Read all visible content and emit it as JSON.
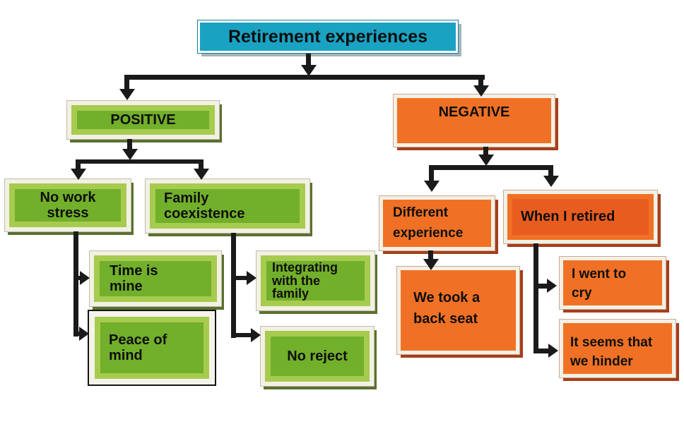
{
  "diagram": {
    "type": "flowchart",
    "colors": {
      "root_fill": "#1aa2c3",
      "positive_fill": "#a6cb4f",
      "positive_inner": "#72af2b",
      "negative_fill": "#f07125",
      "negative_inner": "#e85d1f",
      "box_border": "#f3f0e4",
      "green_shadow": "#5b702f",
      "orange_shadow": "#a63e1b",
      "connector": "#1a1a1a"
    }
  },
  "nodes": {
    "title": "Retirement experiences",
    "positive": "POSITIVE",
    "negative": "NEGATIVE",
    "no_work_stress": "No work\nstress",
    "family_coexistence": "Family\ncoexistence",
    "time_is_mine": "Time is\nmine",
    "peace_of_mind": "Peace of\nmind",
    "integrating": "Integrating\nwith the\nfamily",
    "no_reject": "No reject",
    "different_experience": "Different\nexperience",
    "when_i_retired": "When I retired",
    "we_took_back_seat": "We took a\nback seat",
    "i_went_to_cry": "I went to\ncry",
    "it_seems_we_hinder": "It seems that\nwe hinder"
  },
  "edges": [
    {
      "from": "title",
      "to": "positive"
    },
    {
      "from": "title",
      "to": "negative"
    },
    {
      "from": "positive",
      "to": "no_work_stress"
    },
    {
      "from": "positive",
      "to": "family_coexistence"
    },
    {
      "from": "no_work_stress",
      "to": "time_is_mine"
    },
    {
      "from": "no_work_stress",
      "to": "peace_of_mind"
    },
    {
      "from": "family_coexistence",
      "to": "integrating"
    },
    {
      "from": "family_coexistence",
      "to": "no_reject"
    },
    {
      "from": "negative",
      "to": "different_experience"
    },
    {
      "from": "negative",
      "to": "when_i_retired"
    },
    {
      "from": "different_experience",
      "to": "we_took_back_seat"
    },
    {
      "from": "when_i_retired",
      "to": "i_went_to_cry"
    },
    {
      "from": "when_i_retired",
      "to": "it_seems_we_hinder"
    }
  ]
}
